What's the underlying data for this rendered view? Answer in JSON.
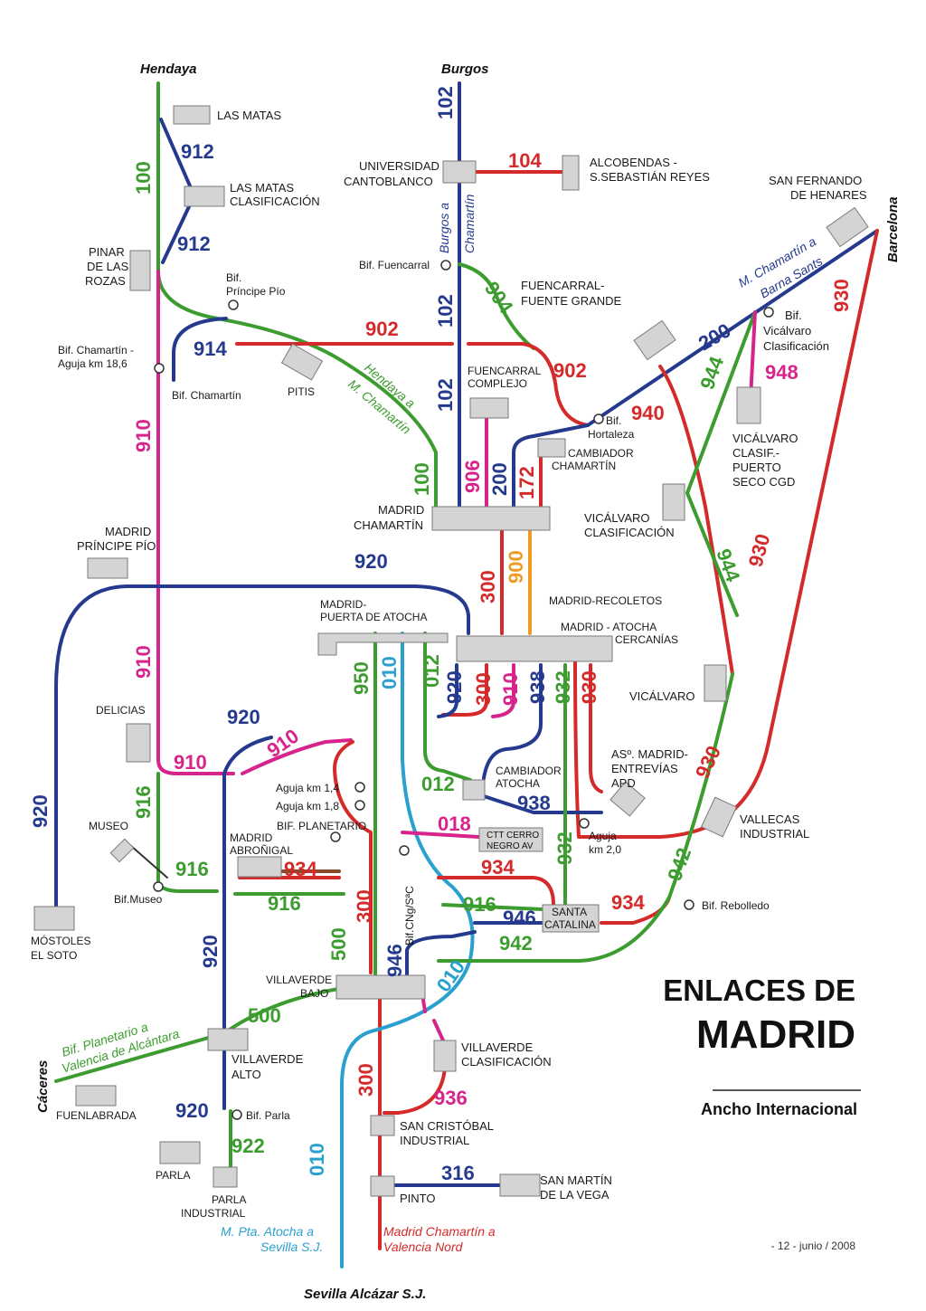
{
  "colors": {
    "blue": "#253a8e",
    "green": "#3d9c2f",
    "red": "#d42a2a",
    "magenta": "#d6248c",
    "orange": "#ef9a22",
    "cyan": "#2aa0cf",
    "brown": "#8a4a2a"
  },
  "title": {
    "line1": "ENLACES DE",
    "line2": "MADRID",
    "subtitle": "Ancho Internacional"
  },
  "footer": "- 12 - junio / 2008",
  "destinations": {
    "hendaya": "Hendaya",
    "burgos": "Burgos",
    "barcelona": "Barcelona",
    "caceres": "Cáceres",
    "sevilla": "Sevilla Alcázar S.J."
  },
  "stations": {
    "las_matas": "LAS MATAS",
    "las_matas_clas_1": "LAS MATAS",
    "las_matas_clas_2": "CLASIFICACIÓN",
    "pinar_1": "PINAR",
    "pinar_2": "DE LAS",
    "pinar_3": "ROZAS",
    "univ_1": "UNIVERSIDAD",
    "univ_2": "CANTOBLANCO",
    "alcobendas_1": "ALCOBENDAS -",
    "alcobendas_2": "S.SEBASTIÁN REYES",
    "san_fernando_1": "SAN FERNANDO",
    "san_fernando_2": "DE HENARES",
    "fuencarral_fg_1": "FUENCARRAL-",
    "fuencarral_fg_2": "FUENTE GRANDE",
    "pitis": "PITIS",
    "fuencarral_c_1": "FUENCARRAL",
    "fuencarral_c_2": "COMPLEJO",
    "cambiador_ch_1": "CAMBIADOR",
    "cambiador_ch_2": "CHAMARTÍN",
    "vicalvaro_clas_1": "VICÁLVARO",
    "vicalvaro_clas_2": "CLASIF.-",
    "vicalvaro_clas_3": "PUERTO",
    "vicalvaro_clas_4": "SECO CGD",
    "madrid_chamartin_1": "MADRID",
    "madrid_chamartin_2": "CHAMARTÍN",
    "vicalvaro_clasif_1": "VICÁLVARO",
    "vicalvaro_clasif_2": "CLASIFICACIÓN",
    "principe_pio_1": "MADRID",
    "principe_pio_2": "PRÍNCIPE PÍO",
    "recoletos": "MADRID-RECOLETOS",
    "pta_atocha_1": "MADRID-",
    "pta_atocha_2": "PUERTA DE ATOCHA",
    "atocha_cerc_1": "MADRID - ATOCHA",
    "atocha_cerc_2": "CERCANÍAS",
    "vicalvaro": "VICÁLVARO",
    "delicias": "DELICIAS",
    "entrevias_1": "ASº. MADRID-",
    "entrevias_2": "ENTREVÍAS",
    "entrevias_3": "APD",
    "cambiador_at_1": "CAMBIADOR",
    "cambiador_at_2": "ATOCHA",
    "vallecas_1": "VALLECAS",
    "vallecas_2": "INDUSTRIAL",
    "museo": "MUSEO",
    "abronigal_1": "MADRID",
    "abronigal_2": "ABROÑIGAL",
    "ctt_1": "CTT CERRO",
    "ctt_2": "NEGRO AV",
    "santa_catalina_1": "SANTA",
    "santa_catalina_2": "CATALINA",
    "mostoles_1": "MÓSTOLES",
    "mostoles_2": "EL SOTO",
    "villaverde_bajo_1": "VILLAVERDE",
    "villaverde_bajo_2": "BAJO",
    "villaverde_clas_1": "VILLAVERDE",
    "villaverde_clas_2": "CLASIFICACIÓN",
    "villaverde_alto_1": "VILLAVERDE",
    "villaverde_alto_2": "ALTO",
    "fuenlabrada": "FUENLABRADA",
    "san_cristobal_1": "SAN CRISTÓBAL",
    "san_cristobal_2": "INDUSTRIAL",
    "parla": "PARLA",
    "parla_ind_1": "PARLA",
    "parla_ind_2": "INDUSTRIAL",
    "pinto": "PINTO",
    "san_martin_1": "SAN MARTÍN",
    "san_martin_2": "DE LA VEGA"
  },
  "junctions": {
    "bif_fuencarral": "Bif. Fuencarral",
    "bif_principe_1": "Bif.",
    "bif_principe_2": "Príncipe Pío",
    "bif_chamartin_aguja_1": "Bif. Chamartín -",
    "bif_chamartin_aguja_2": "Aguja km 18,6",
    "bif_chamartin": "Bif. Chamartín",
    "bif_vicalvaro_1": "Bif.",
    "bif_vicalvaro_2": "Vicálvaro",
    "bif_vicalvaro_3": "Clasificación",
    "bif_hortaleza_1": "Bif.",
    "bif_hortaleza_2": "Hortaleza",
    "aguja_14": "Aguja km 1,4",
    "aguja_18": "Aguja km 1,8",
    "bif_planetario": "BIF. PLANETARIO",
    "aguja_20_1": "Aguja",
    "aguja_20_2": "km 2,0",
    "bif_museo": "Bif.Museo",
    "bif_rebolledo": "Bif. Rebolledo",
    "bif_parla": "Bif. Parla",
    "bif_cngs": "Bif.CNg/SªC"
  },
  "line_labels": {
    "l100": "100",
    "l102": "102",
    "l104": "104",
    "l172": "172",
    "l200": "200",
    "l300": "300",
    "l316": "316",
    "l500": "500",
    "l900": "900",
    "l902": "902",
    "l904": "904",
    "l906": "906",
    "l910": "910",
    "l912": "912",
    "l914": "914",
    "l916": "916",
    "l918": "018",
    "l920": "920",
    "l922": "922",
    "l930": "930",
    "l932": "932",
    "l934": "934",
    "l936": "936",
    "l938": "938",
    "l940": "940",
    "l942": "942",
    "l944": "944",
    "l946": "946",
    "l948": "948",
    "l950": "950",
    "l010": "010",
    "l012": "012"
  },
  "route_notes": {
    "burgos_chamartin_1": "Burgos a",
    "burgos_chamartin_2": "Chamartín",
    "chamartin_sants_1": "M. Chamartín a",
    "chamartin_sants_2": "Barna Sants",
    "hendaya_chamartin_1": "Hendaya a",
    "hendaya_chamartin_2": "M. Chamartín",
    "planetario_valencia_1": "Bif. Planetario a",
    "planetario_valencia_2": "Valencia de Alcántara",
    "atocha_sevilla_1": "M. Pta. Atocha a",
    "atocha_sevilla_2": "Sevilla S.J.",
    "chamartin_valencia_1": "Madrid Chamartín a",
    "chamartin_valencia_2": "Valencia Nord"
  }
}
